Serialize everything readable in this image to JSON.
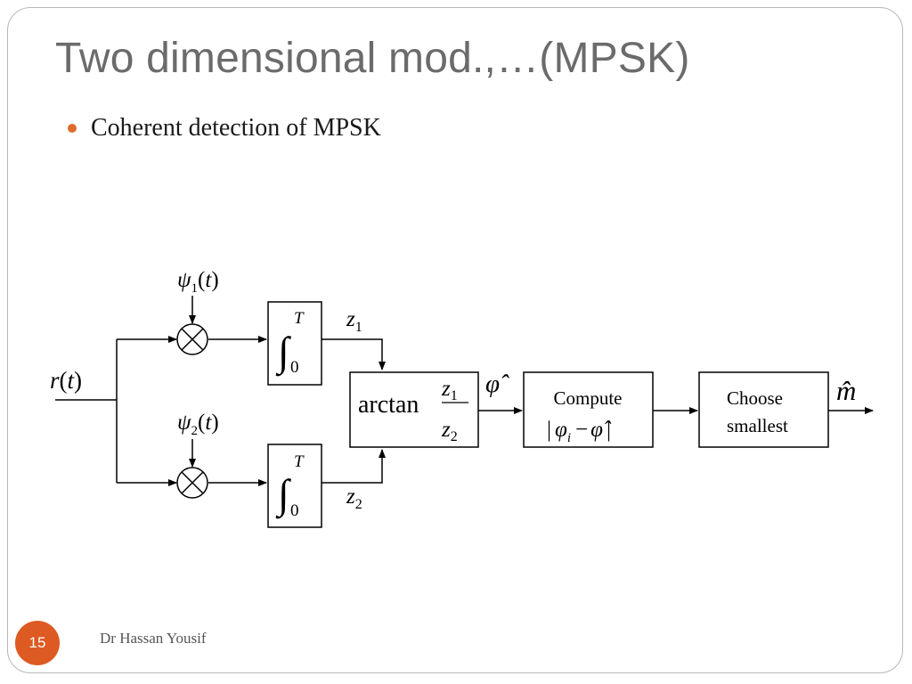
{
  "slide": {
    "title": "Two dimensional mod.,…(MPSK)",
    "bullet": "Coherent detection of MPSK",
    "page_number": "15",
    "author": "Dr Hassan Yousif",
    "accent_color": "#e06a2c"
  },
  "diagram": {
    "input_label": {
      "base": "r",
      "arg": "t"
    },
    "basis1": {
      "base": "ψ",
      "sub": "1",
      "arg": "t"
    },
    "basis2": {
      "base": "ψ",
      "sub": "2",
      "arg": "t"
    },
    "integrator": {
      "upper": "T",
      "lower": "0"
    },
    "z1": {
      "base": "z",
      "sub": "1"
    },
    "z2": {
      "base": "z",
      "sub": "2"
    },
    "arctan": {
      "func": "arctan",
      "num": "z",
      "num_sub": "1",
      "den": "z",
      "den_sub": "2"
    },
    "phi_hat": "φ̂",
    "compute": {
      "line1": "Compute",
      "bar_l": "|",
      "phi": "φ",
      "sub": "i",
      "minus": "−",
      "phi_hat": "φ̂",
      "bar_r": "|"
    },
    "choose": {
      "line1": "Choose",
      "line2": "smallest"
    },
    "output": "m̂"
  }
}
